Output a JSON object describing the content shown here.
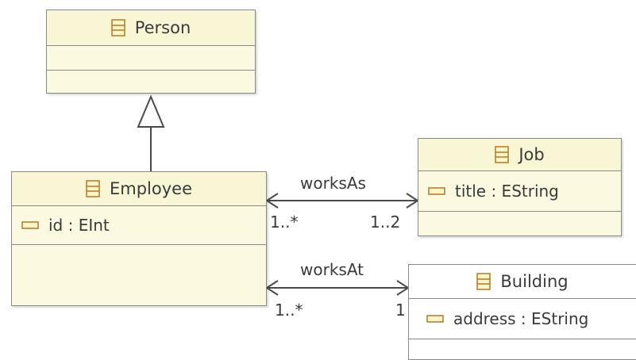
{
  "classes": {
    "person": {
      "name": "Person"
    },
    "employee": {
      "name": "Employee",
      "attribute": "id : EInt"
    },
    "job": {
      "name": "Job",
      "attribute": "title : EString"
    },
    "building": {
      "name": "Building",
      "attribute": "address : EString"
    }
  },
  "associations": {
    "works_as": {
      "name": "worksAs",
      "source_mult": "1..*",
      "target_mult": "1..2"
    },
    "works_at": {
      "name": "worksAt",
      "source_mult": "1..*",
      "target_mult": "1"
    }
  },
  "colors": {
    "class_fill": "#fbf9e0",
    "border": "#8a8a8a",
    "text": "#3a3a3a"
  },
  "icons": {
    "class": "class-icon",
    "attribute": "attribute-icon",
    "generalization": "inheritance-arrow"
  }
}
